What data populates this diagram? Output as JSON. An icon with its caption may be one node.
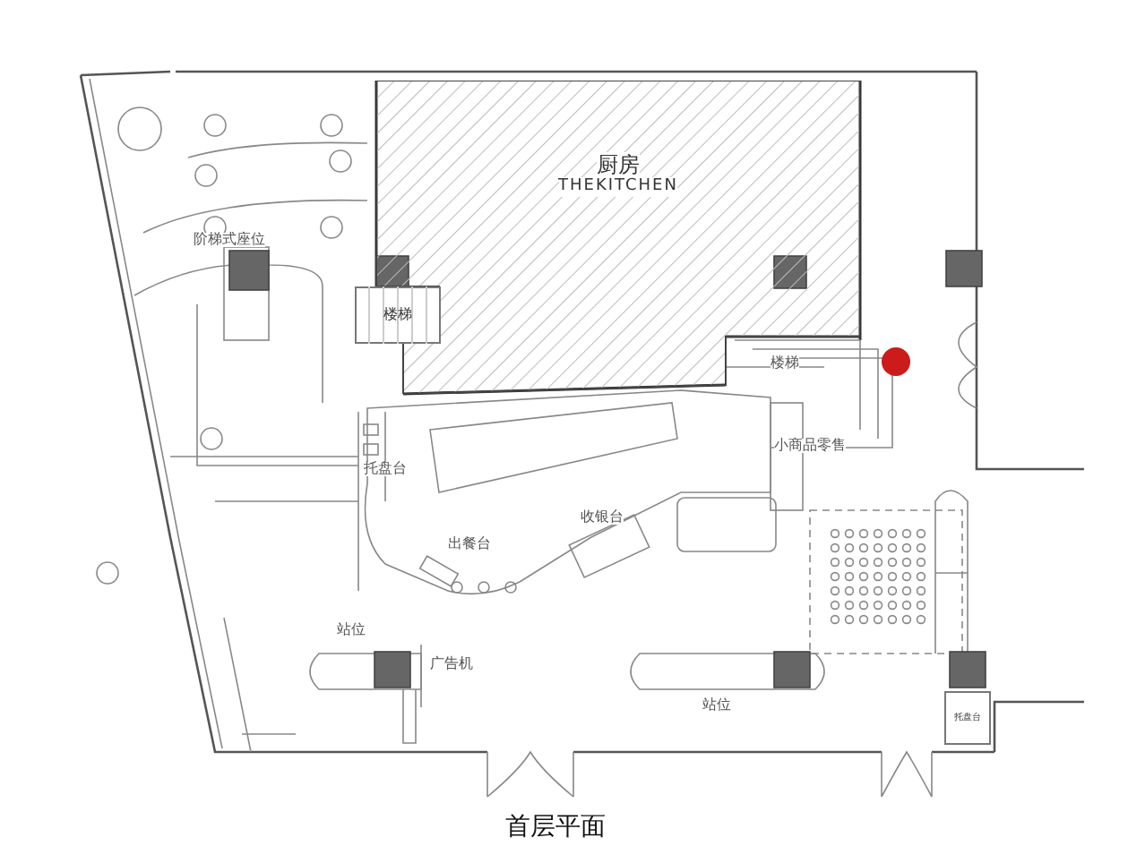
{
  "diagram": {
    "title": "首层平面",
    "nodes": [
      {
        "text": [
          "厨房",
          "THEKITCHEN"
        ]
      },
      {
        "text": [
          "楼梯"
        ]
      },
      {
        "text": [
          "托盘台"
        ]
      }
    ],
    "labels": [
      "阶梯式座位",
      "楼梯",
      "托盘台",
      "小商品零售",
      "收银台",
      "出餐台",
      "站位",
      "广告机",
      "站位"
    ]
  }
}
